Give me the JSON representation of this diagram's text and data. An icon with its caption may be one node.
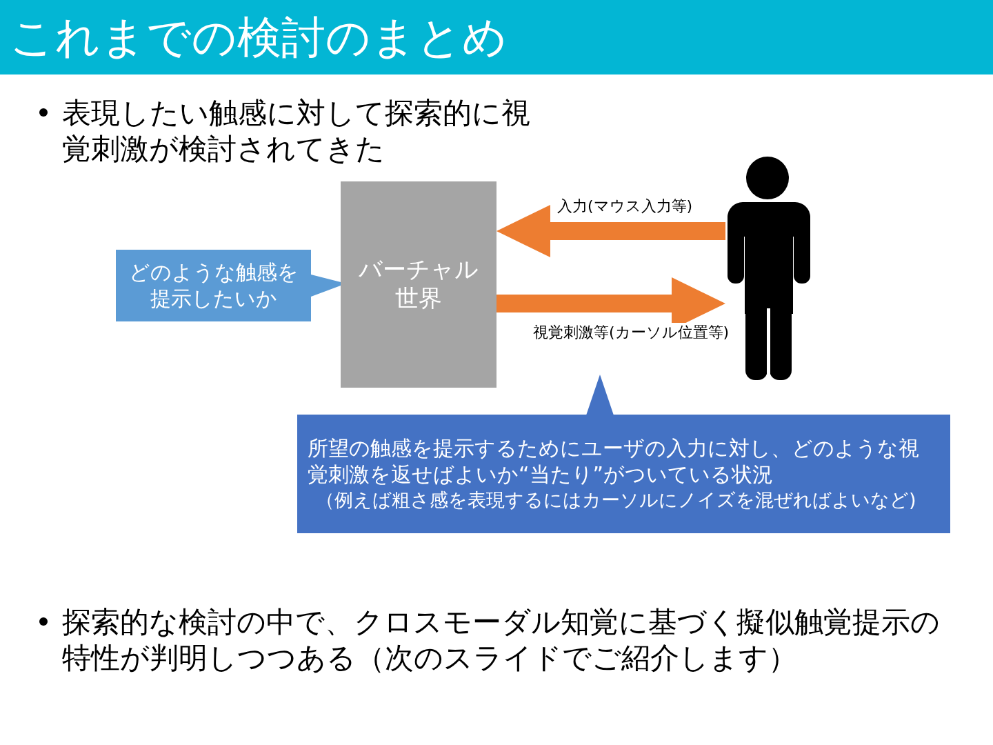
{
  "diagram": {
    "title": "これまでの検討のまとめ",
    "nodes": [
      {
        "text": [
          "どのような触感を提示したいか"
        ]
      },
      {
        "text": [
          "バーチャル世界"
        ]
      },
      {
        "text": [],
        "shape": "person"
      },
      {
        "text": [
          "所望の触感を提示するためにユーザの入力に対し、どのような視覚刺激を返せばよいか“当たり”がついている状況",
          "（例えば粗さ感を表現するにはカーソルにノイズを混ぜればよいなど)"
        ]
      }
    ],
    "edges": [
      {
        "from": 2,
        "to": 1,
        "arrow": "to",
        "label": "入力(マウス入力等)",
        "style": "thick"
      },
      {
        "from": 1,
        "to": 2,
        "arrow": "to",
        "label": "視覚刺激等(カーソル位置等)",
        "style": "thick"
      }
    ],
    "labels": [
      "表現したい触感に対して探索的に視覚刺激が検討されてきた",
      "探索的な検討の中で、クロスモーダル知覚に基づく擬似触覚提示の特性が判明しつつある（次のスライドでご紹介します）"
    ]
  }
}
